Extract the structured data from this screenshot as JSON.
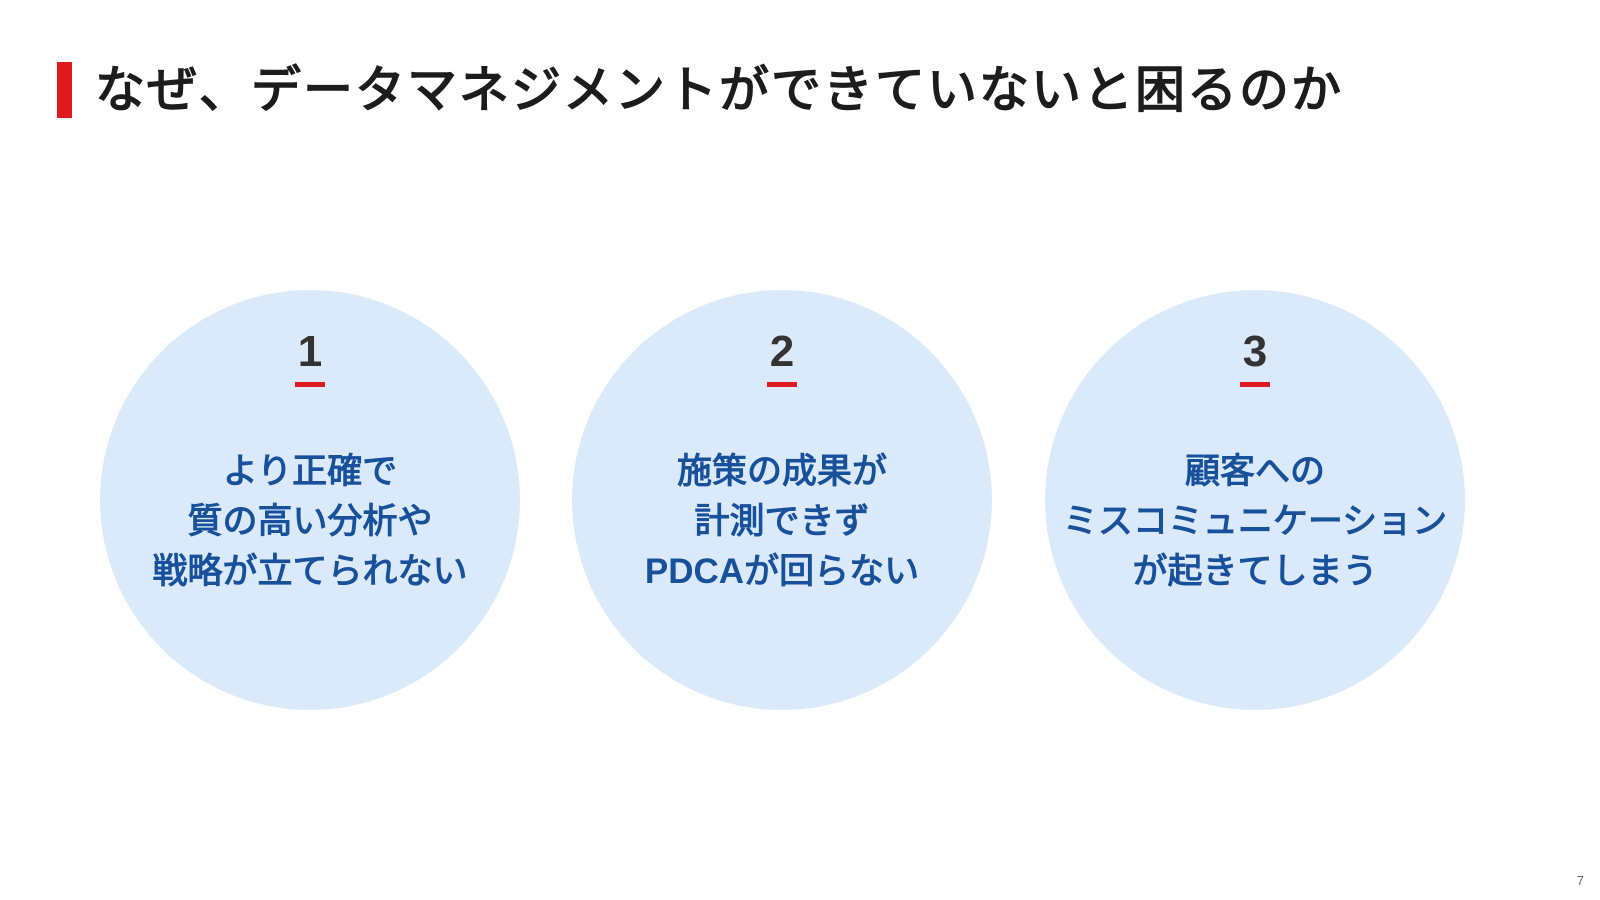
{
  "slide": {
    "title": "なぜ、データマネジメントができていないと困るのか",
    "page_number": "7"
  },
  "colors": {
    "accent_red": "#e0191f",
    "circle_fill": "#dbeafa",
    "text_blue": "#17519c",
    "number_dark": "#333333"
  },
  "items": [
    {
      "number": "1",
      "text": "より正確で\n質の高い分析や\n戦略が立てられない"
    },
    {
      "number": "2",
      "text": "施策の成果が\n計測できず\nPDCAが回らない"
    },
    {
      "number": "3",
      "text": "顧客への\nミスコミュニケーション\nが起きてしまう"
    }
  ]
}
